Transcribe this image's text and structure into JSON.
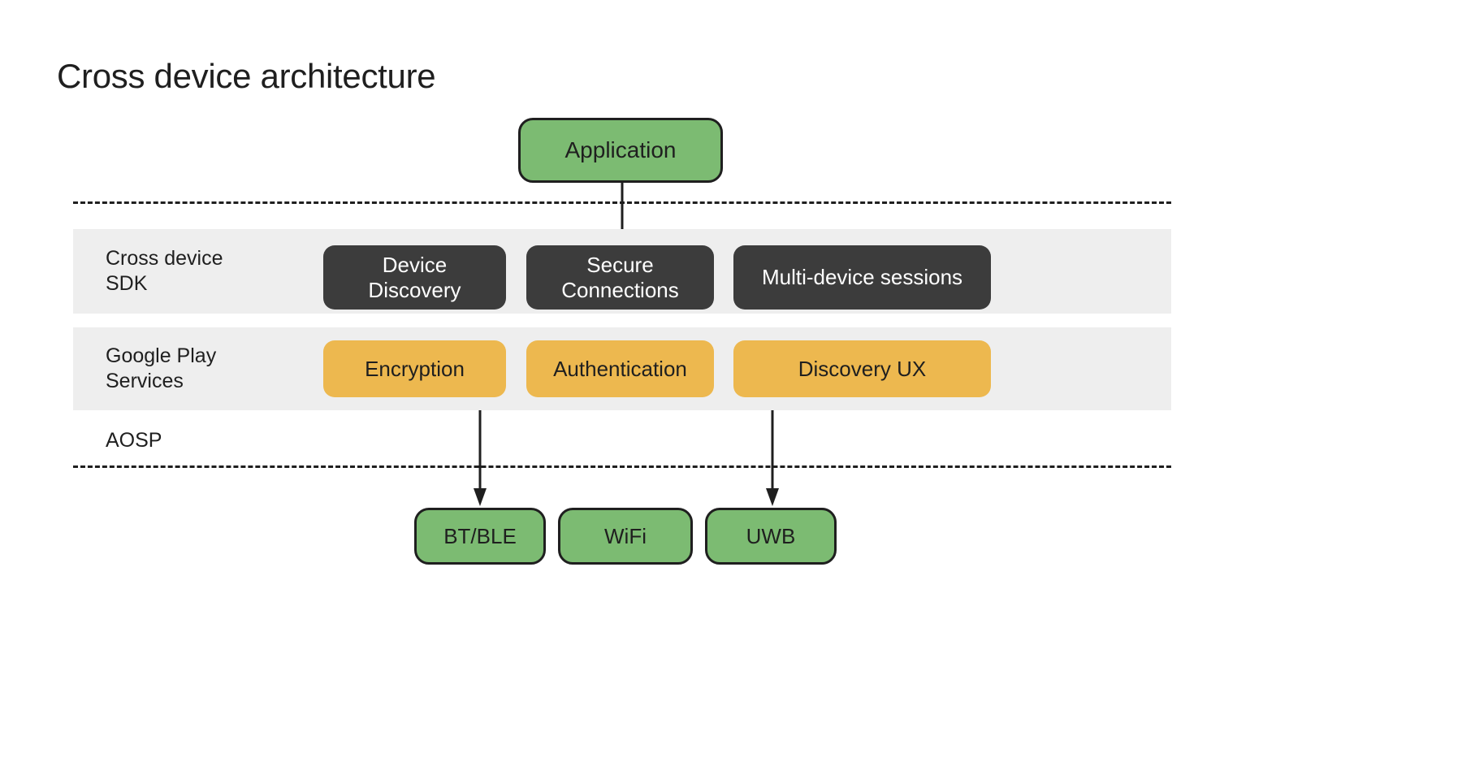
{
  "page": {
    "title": "Cross device architecture",
    "background_color": "#ffffff"
  },
  "colors": {
    "green": "#7cbb72",
    "dark": "#3c3c3c",
    "amber": "#edb84f",
    "band_gray": "#eeeeee",
    "stroke": "#1f1f1f"
  },
  "diagram_data": {
    "type": "layered-architecture-diagram",
    "top_node": {
      "label": "Application",
      "style": "green"
    },
    "layers": [
      {
        "name": "cross-device-sdk",
        "label": "Cross device\nSDK",
        "style": "dark",
        "nodes": [
          {
            "label": "Device\nDiscovery"
          },
          {
            "label": "Secure\nConnections"
          },
          {
            "label": "Multi-device sessions"
          }
        ]
      },
      {
        "name": "google-play-services",
        "label": "Google Play\nServices",
        "style": "amber",
        "nodes": [
          {
            "label": "Encryption"
          },
          {
            "label": "Authentication"
          },
          {
            "label": "Discovery UX"
          }
        ]
      },
      {
        "name": "aosp",
        "label": "AOSP",
        "style": "plain",
        "nodes": []
      }
    ],
    "transports": [
      {
        "label": "BT/BLE",
        "style": "green"
      },
      {
        "label": "WiFi",
        "style": "green"
      },
      {
        "label": "UWB",
        "style": "green"
      }
    ],
    "connections": [
      {
        "from": "Application",
        "to": "Secure Connections",
        "kind": "arrow-down"
      },
      {
        "from": "Encryption",
        "to": "BT/BLE",
        "kind": "arrow-down"
      },
      {
        "from": "Discovery UX",
        "to": "UWB",
        "kind": "arrow-down"
      }
    ],
    "separators": [
      {
        "name": "dashed-top",
        "kind": "dashed-horizontal"
      },
      {
        "name": "dashed-bottom",
        "kind": "dashed-horizontal"
      }
    ]
  }
}
